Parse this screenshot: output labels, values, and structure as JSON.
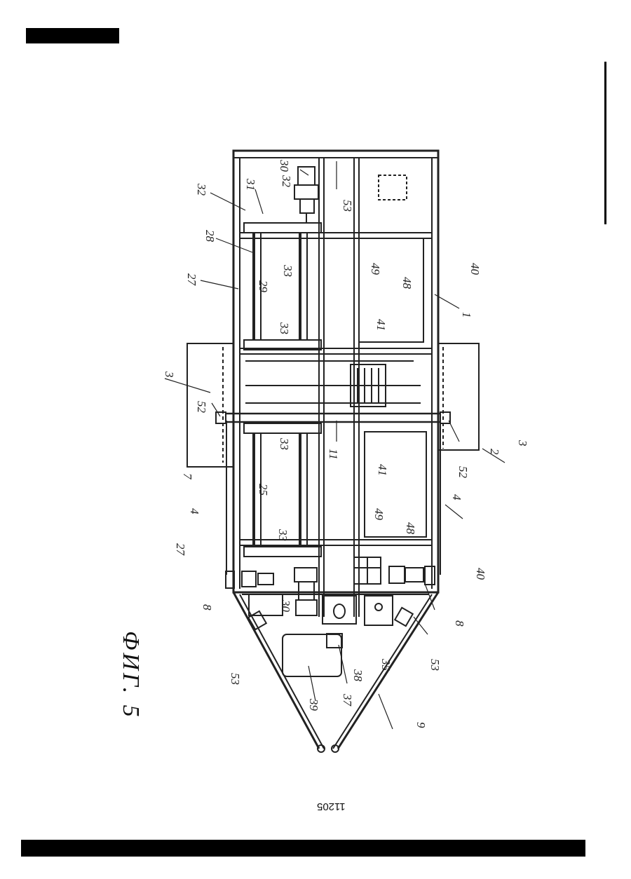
{
  "figure": {
    "caption": "ФИГ. 5",
    "page_number": "11205"
  },
  "reference_numerals": [
    {
      "id": "n30a",
      "text": "30"
    },
    {
      "id": "n32a",
      "text": "32"
    },
    {
      "id": "n31a",
      "text": "31"
    },
    {
      "id": "n32b",
      "text": "32"
    },
    {
      "id": "n28",
      "text": "28"
    },
    {
      "id": "n27a",
      "text": "27"
    },
    {
      "id": "n33a",
      "text": "33"
    },
    {
      "id": "n29",
      "text": "29"
    },
    {
      "id": "n33b",
      "text": "33"
    },
    {
      "id": "n53a",
      "text": "53"
    },
    {
      "id": "n49a",
      "text": "49"
    },
    {
      "id": "n48a",
      "text": "48"
    },
    {
      "id": "n41a",
      "text": "41"
    },
    {
      "id": "n40a",
      "text": "40"
    },
    {
      "id": "n1",
      "text": "1"
    },
    {
      "id": "n3a",
      "text": "3"
    },
    {
      "id": "n52a",
      "text": "52"
    },
    {
      "id": "n11",
      "text": "11"
    },
    {
      "id": "n2",
      "text": "2"
    },
    {
      "id": "n3b",
      "text": "3"
    },
    {
      "id": "n52b",
      "text": "52"
    },
    {
      "id": "n7",
      "text": "7"
    },
    {
      "id": "n4a",
      "text": "4"
    },
    {
      "id": "n33c",
      "text": "33"
    },
    {
      "id": "n25",
      "text": "25"
    },
    {
      "id": "n41b",
      "text": "41"
    },
    {
      "id": "n49b",
      "text": "49"
    },
    {
      "id": "n48b",
      "text": "48"
    },
    {
      "id": "n4b",
      "text": "4"
    },
    {
      "id": "n27b",
      "text": "27"
    },
    {
      "id": "n33d",
      "text": "33"
    },
    {
      "id": "n30b",
      "text": "30"
    },
    {
      "id": "n40b",
      "text": "40"
    },
    {
      "id": "n8a",
      "text": "8"
    },
    {
      "id": "n8b",
      "text": "8"
    },
    {
      "id": "n53b",
      "text": "53"
    },
    {
      "id": "n53c",
      "text": "53"
    },
    {
      "id": "n38",
      "text": "38"
    },
    {
      "id": "n37",
      "text": "37"
    },
    {
      "id": "n39",
      "text": "39"
    },
    {
      "id": "n35",
      "text": "35"
    },
    {
      "id": "n9",
      "text": "9"
    }
  ]
}
